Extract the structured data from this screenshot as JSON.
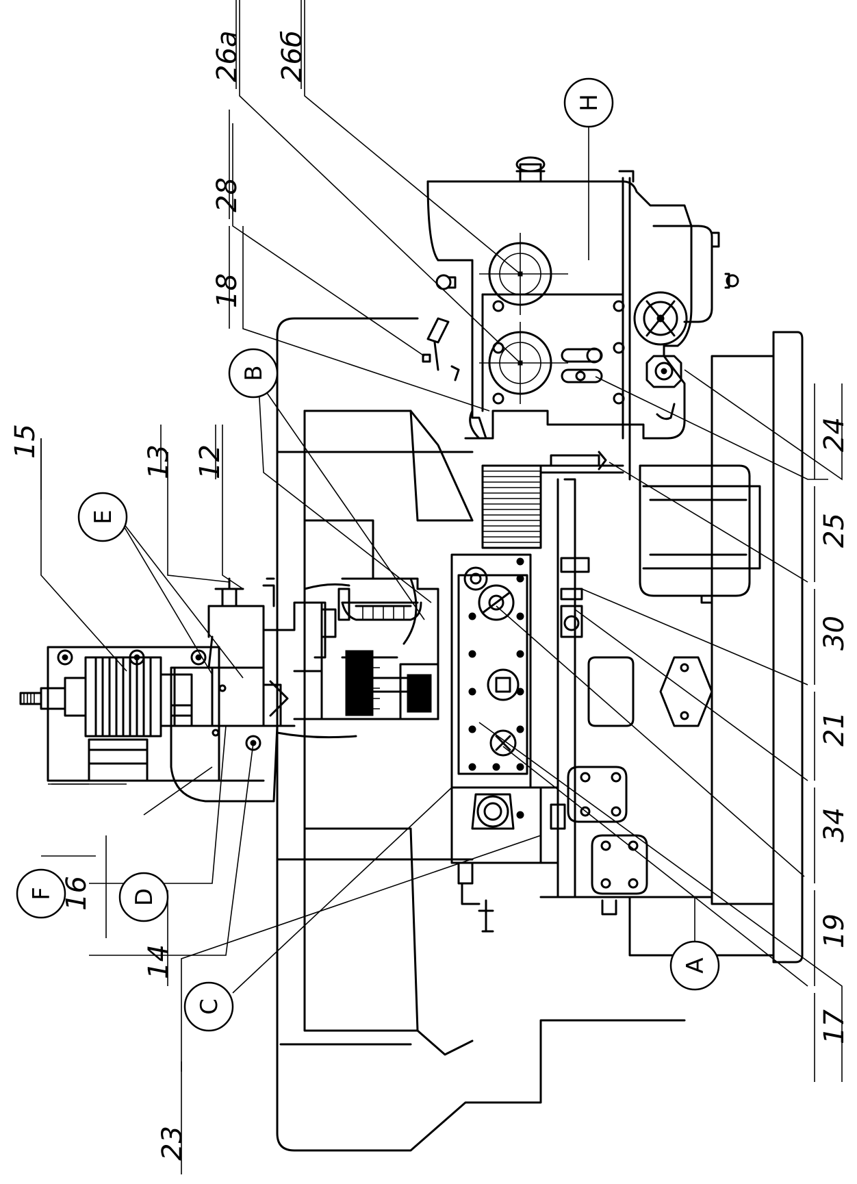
{
  "letters": {
    "A": "A",
    "B": "B",
    "C": "C",
    "D": "D",
    "E": "E",
    "F": "F",
    "H": "H"
  },
  "numbers": {
    "n12": "12",
    "n13": "13",
    "n14": "14",
    "n15": "15",
    "n16": "16",
    "n17": "17",
    "n18": "18",
    "n19": "19",
    "n21": "21",
    "n23": "23",
    "n24": "24",
    "n25": "25",
    "n26a": "26а",
    "n26b": "26б",
    "n28": "28",
    "n30": "30",
    "n34": "34"
  }
}
